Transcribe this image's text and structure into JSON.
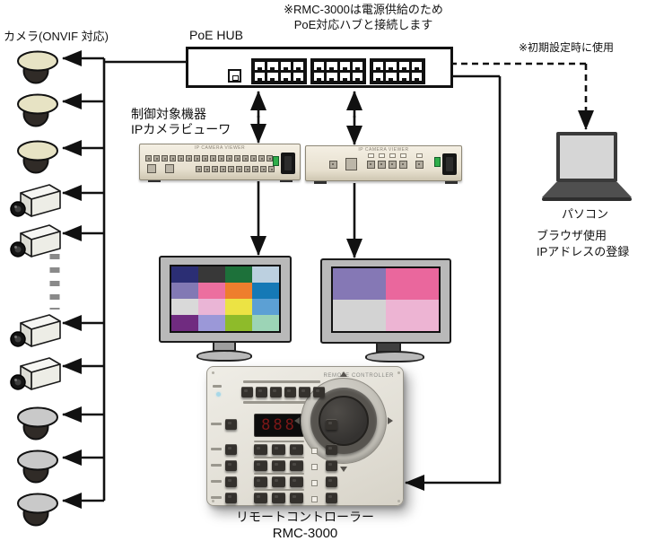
{
  "note_top": {
    "line1": "※RMC-3000は電源供給のため",
    "line2": "PoE対応ハブと接続します"
  },
  "hub": {
    "label": "PoE HUB",
    "uplink_port_count": 1,
    "port_groups": 3,
    "ports_per_group": 8
  },
  "cameras": {
    "label": "カメラ(ONVIF 対応)",
    "has_ellipsis_gap": true,
    "items": [
      {
        "type": "dome-cream"
      },
      {
        "type": "dome-cream"
      },
      {
        "type": "dome-cream"
      },
      {
        "type": "box"
      },
      {
        "type": "box"
      },
      {
        "type": "box"
      },
      {
        "type": "box"
      },
      {
        "type": "dome-gray"
      },
      {
        "type": "dome-gray"
      },
      {
        "type": "dome-gray"
      }
    ]
  },
  "viewers": {
    "label_line1": "制御対象機器",
    "label_line2": "IPカメラビューワ",
    "panel_text": "IP CAMERA VIEWER"
  },
  "monitors": [
    {
      "grid": [
        "#2b2e74",
        "#383838",
        "#1d713a",
        "#bcd0e0",
        "#8279b4",
        "#ec6f9f",
        "#ee7e2d",
        "#1579b6",
        "#d9d9d9",
        "#eab5d6",
        "#ece344",
        "#5ca0d4",
        "#702b80",
        "#9b98d8",
        "#8ebb2a",
        "#9cd4b6"
      ]
    },
    {
      "grid": [
        "#8578b5",
        "#ea679d",
        "#d3d3d3",
        "#edb4d3"
      ]
    }
  ],
  "pc": {
    "note": "※初期設定時に使用",
    "label": "パソコン",
    "desc_line1": "ブラウザ使用",
    "desc_line2": "IPアドレスの登録"
  },
  "controller": {
    "label_line1": "リモートコントローラー",
    "label_line2": "RMC-3000",
    "panel_text": "REMOTE CONTROLLER",
    "display_value": "888"
  },
  "icons": {
    "dome-camera-icon": "dome surveillance camera",
    "box-camera-icon": "box surveillance camera",
    "rj45-port-icon": "ethernet port",
    "laptop-icon": "laptop computer",
    "monitor-icon": "video monitor",
    "joystick-icon": "ptz joystick"
  },
  "colors": {
    "line": "#111111",
    "dome_cream": "#e7e3c4",
    "dome_gray": "#c9c9c9",
    "camera_dark": "#302b27",
    "device_beige": "#ece7d9",
    "monitor_frame": "#b9b9b9",
    "power_led": "#2fae4a"
  }
}
